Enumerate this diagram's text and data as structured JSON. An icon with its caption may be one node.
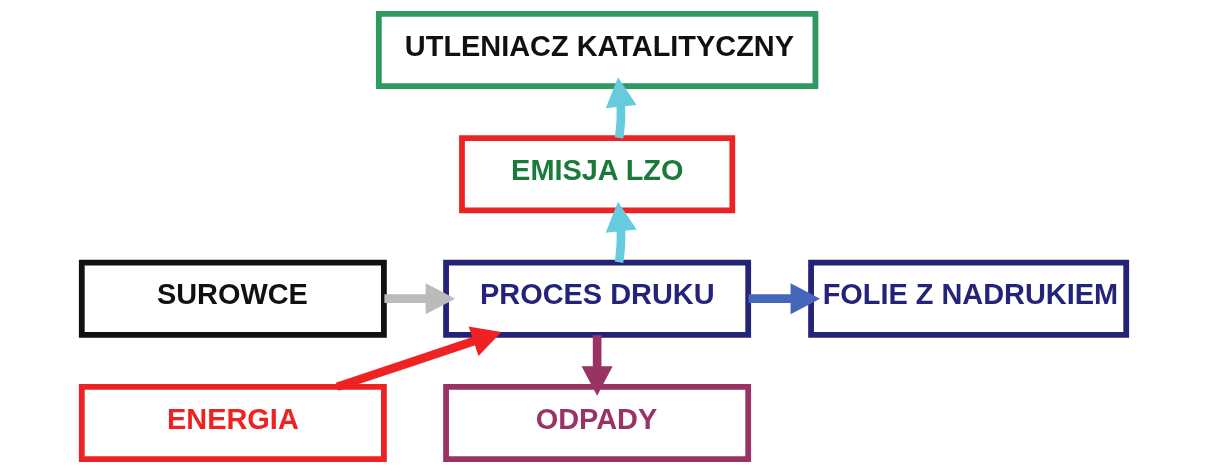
{
  "diagram": {
    "nodes": [
      {
        "text": [
          "UTLENIACZ KATALITYCZNY"
        ]
      },
      {
        "text": [
          "EMISJA LZO"
        ]
      },
      {
        "text": [
          "SUROWCE"
        ]
      },
      {
        "text": [
          "PROCES DRUKU"
        ]
      },
      {
        "text": [
          "FOLIE Z NADRUKIEM"
        ]
      },
      {
        "text": [
          "ENERGIA"
        ]
      },
      {
        "text": [
          "ODPADY"
        ]
      }
    ],
    "edges": [
      {
        "from": 1,
        "to": 0,
        "arrow": "to",
        "color": "#66ccdd"
      },
      {
        "from": 3,
        "to": 1,
        "arrow": "to",
        "color": "#66ccdd"
      },
      {
        "from": 2,
        "to": 3,
        "arrow": "to",
        "color": "#bbbbbb"
      },
      {
        "from": 5,
        "to": 3,
        "arrow": "to",
        "color": "#ee2222"
      },
      {
        "from": 3,
        "to": 4,
        "arrow": "to",
        "color": "#4466bb"
      },
      {
        "from": 3,
        "to": 6,
        "arrow": "to",
        "color": "#993366"
      }
    ]
  }
}
